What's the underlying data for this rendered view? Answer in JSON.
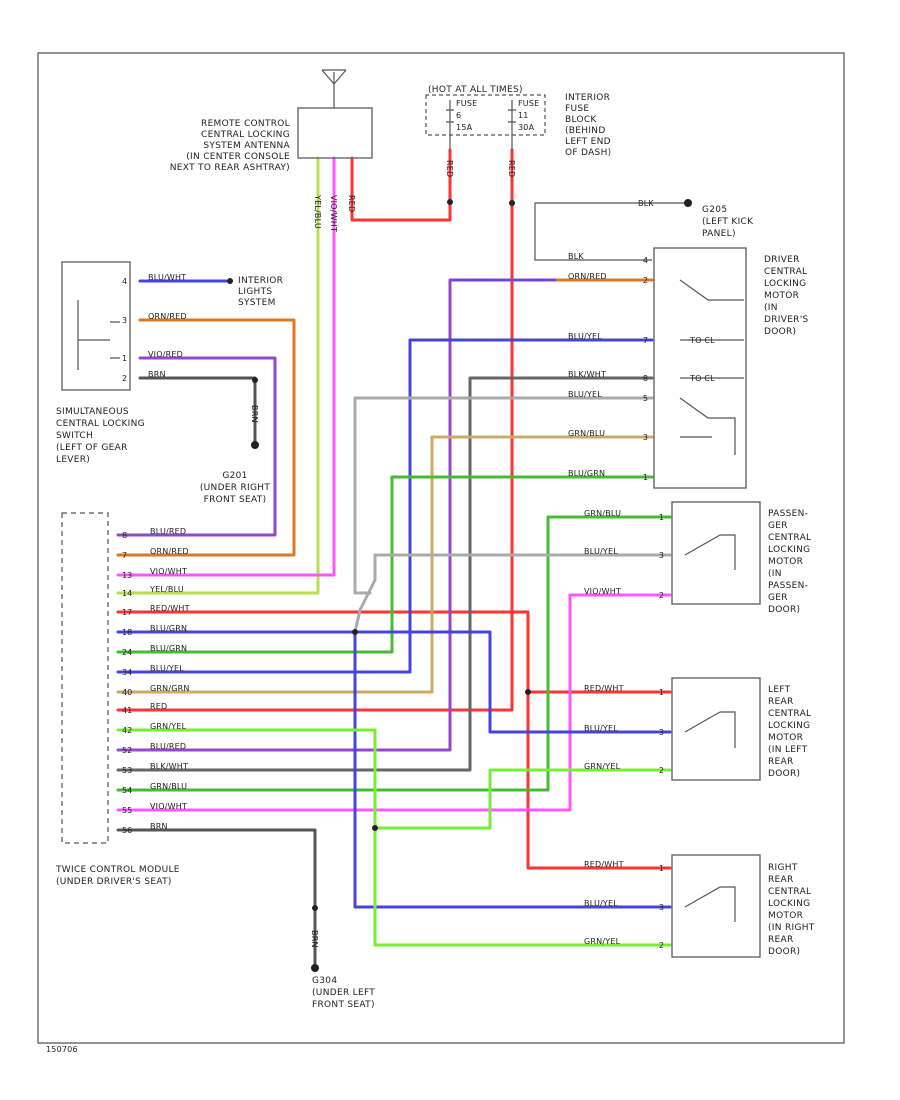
{
  "labels": {
    "antenna": [
      "REMOTE CONTROL",
      "CENTRAL LOCKING",
      "SYSTEM ANTENNA",
      "(IN CENTER CONSOLE",
      "NEXT TO REAR ASHTRAY)"
    ],
    "hot_at_all_times": "(HOT AT ALL TIMES)",
    "fuse_left": [
      "FUSE",
      "6",
      "15A"
    ],
    "fuse_right": [
      "FUSE",
      "11",
      "30A"
    ],
    "fuse_block": [
      "INTERIOR",
      "FUSE",
      "BLOCK",
      "(BEHIND",
      "LEFT END",
      "OF DASH)"
    ],
    "g_left_kick": [
      "G205",
      "(LEFT KICK",
      "PANEL)"
    ],
    "interior_lights": [
      "INTERIOR",
      "LIGHTS",
      "SYSTEM"
    ],
    "switch": [
      "SIMULTANEOUS",
      "CENTRAL LOCKING",
      "SWITCH",
      "(LEFT OF GEAR",
      "LEVER)"
    ],
    "g_under_right": [
      "G201",
      "(UNDER RIGHT",
      "FRONT SEAT)"
    ],
    "driver_motor": [
      "DRIVER",
      "CENTRAL",
      "LOCKING",
      "MOTOR",
      "(IN",
      "DRIVER'S",
      "DOOR)"
    ],
    "pass_motor": [
      "PASSEN-",
      "GER",
      "CENTRAL",
      "LOCKING",
      "MOTOR",
      "(IN",
      "PASSEN-",
      "GER",
      "DOOR)"
    ],
    "left_rear_motor": [
      "LEFT",
      "REAR",
      "CENTRAL",
      "LOCKING",
      "MOTOR",
      "(IN LEFT",
      "REAR",
      "DOOR)"
    ],
    "right_rear_motor": [
      "RIGHT",
      "REAR",
      "CENTRAL",
      "LOCKING",
      "MOTOR",
      "(IN RIGHT",
      "REAR",
      "DOOR)"
    ],
    "module": [
      "TWICE CONTROL MODULE",
      "(UNDER DRIVER'S SEAT)"
    ],
    "g_under_left": [
      "G304",
      "(UNDER LEFT",
      "FRONT SEAT)"
    ],
    "footer": "150706"
  },
  "antenna_wires": [
    "YEL/BLU",
    "VIO/WHT",
    "RED"
  ],
  "fuse_wires": [
    "RED",
    "RED"
  ],
  "g201_wire": "BRN",
  "g304_wire": "BRN",
  "g205_wire": "BLK",
  "switch_wires": [
    {
      "pin": "4",
      "label": "BLU/WHT"
    },
    {
      "pin": "3",
      "label": "ORN/RED"
    },
    {
      "pin": "1",
      "label": "VIO/RED"
    },
    {
      "pin": "2",
      "label": "BRN"
    }
  ],
  "module_wires": [
    {
      "pin": "8",
      "label": "BLU/RED"
    },
    {
      "pin": "7",
      "label": "ORN/RED"
    },
    {
      "pin": "13",
      "label": "VIO/WHT"
    },
    {
      "pin": "14",
      "label": "YEL/BLU"
    },
    {
      "pin": "17",
      "label": "RED/WHT"
    },
    {
      "pin": "18",
      "label": "BLU/GRN"
    },
    {
      "pin": "24",
      "label": "BLU/GRN"
    },
    {
      "pin": "34",
      "label": "BLU/YEL"
    },
    {
      "pin": "40",
      "label": "GRN/GRN"
    },
    {
      "pin": "41",
      "label": "RED"
    },
    {
      "pin": "42",
      "label": "GRN/YEL"
    },
    {
      "pin": "52",
      "label": "BLU/RED"
    },
    {
      "pin": "53",
      "label": "BLK/WHT"
    },
    {
      "pin": "54",
      "label": "GRN/BLU"
    },
    {
      "pin": "55",
      "label": "VIO/WHT"
    },
    {
      "pin": "56",
      "label": "BRN"
    }
  ],
  "driver_wires": [
    {
      "pin": "4",
      "label": "BLK"
    },
    {
      "pin": "2",
      "label": "ORN/RED"
    },
    {
      "pin": "7",
      "label": "BLU/YEL"
    },
    {
      "pin": "8",
      "label": "BLK/WHT"
    },
    {
      "pin": "5",
      "label": "BLU/YEL"
    },
    {
      "pin": "3",
      "label": "GRN/BLU"
    },
    {
      "pin": "1",
      "label": "BLU/GRN"
    }
  ],
  "driver_internal": [
    "TO CL",
    "TO CL"
  ],
  "pass_wires": [
    {
      "pin": "1",
      "label": "GRN/BLU"
    },
    {
      "pin": "3",
      "label": "BLU/YEL"
    },
    {
      "pin": "2",
      "label": "VIO/WHT"
    }
  ],
  "lr_wires": [
    {
      "pin": "1",
      "label": "RED/WHT"
    },
    {
      "pin": "3",
      "label": "BLU/YEL"
    },
    {
      "pin": "2",
      "label": "GRN/YEL"
    }
  ],
  "rr_wires": [
    {
      "pin": "1",
      "label": "RED/WHT"
    },
    {
      "pin": "3",
      "label": "BLU/YEL"
    },
    {
      "pin": "2",
      "label": "GRN/YEL"
    }
  ],
  "colors": {
    "red": "#ff3333",
    "blue": "#4444dd",
    "violet": "#cc33ff",
    "orange": "#dd7722",
    "green": "#44bb33",
    "lime": "#77ee33",
    "gray": "#666666",
    "light_gray": "#aaaaaa",
    "yellow_green": "#bbdd55",
    "tan": "#ccaa66",
    "pink": "#ff55ff"
  }
}
